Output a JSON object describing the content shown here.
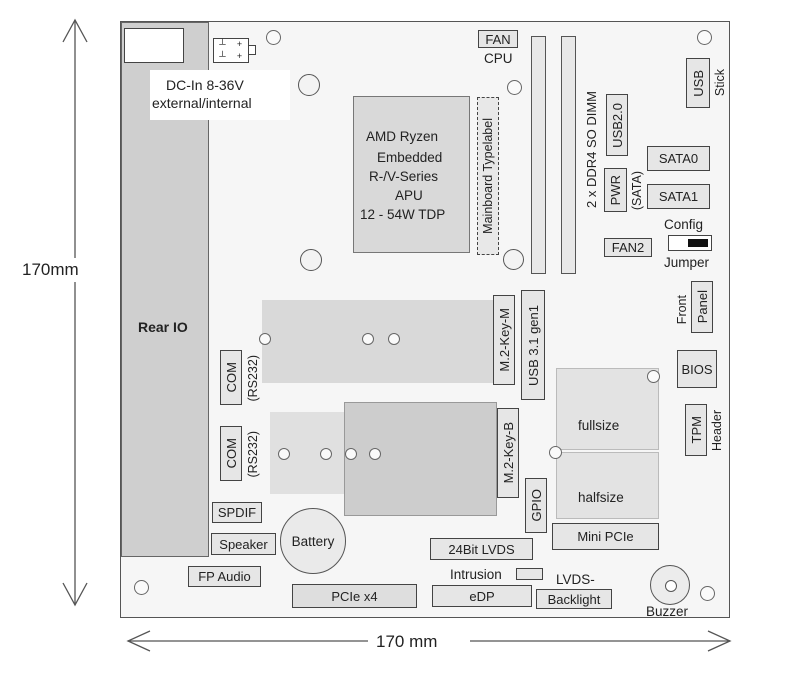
{
  "dimensions": {
    "height_label": "170mm",
    "width_label": "170 mm"
  },
  "rear_io": {
    "label": "Rear IO"
  },
  "power": {
    "dc_in_line1": "DC-In 8-36V",
    "dc_in_line2": "external/internal"
  },
  "apu": {
    "line1": "AMD Ryzen",
    "line2": "Embedded",
    "line3": "R-/V-Series",
    "line4": "APU",
    "line5": "12 - 54W TDP"
  },
  "labels": {
    "mainboard_typelabel": "Mainboard Typelabel",
    "fan_cpu_box": "FAN",
    "fan_cpu_text": "CPU",
    "ddr4": "2 x DDR4 SO DIMM",
    "usb_stick_box": "USB",
    "usb_stick_text": "Stick",
    "usb20": "USB2.0",
    "sata0": "SATA0",
    "pwr_box": "PWR",
    "pwr_text": "(SATA)",
    "sata1": "SATA1",
    "config_text": "Config",
    "jumper_text": "Jumper",
    "fan2": "FAN2",
    "front_text": "Front",
    "panel_box": "Panel",
    "m2_key_m": "M.2-Key-M",
    "usb31_gen1": "USB 3.1 gen1",
    "bios": "BIOS",
    "com1_box": "COM",
    "com1_text": "(RS232)",
    "com2_box": "COM",
    "com2_text": "(RS232)",
    "tpm_box": "TPM",
    "header_text": "Header",
    "fullsize": "fullsize",
    "halfsize": "halfsize",
    "m2_key_b": "M.2-Key-B",
    "gpio": "GPIO",
    "mini_pcie": "Mini PCIe",
    "spdif": "SPDIF",
    "speaker": "Speaker",
    "battery": "Battery",
    "lvds_24bit": "24Bit LVDS",
    "intrusion": "Intrusion",
    "lvds_backlight_line1": "LVDS-",
    "lvds_backlight_line2": "Backlight",
    "fp_audio": "FP Audio",
    "pcie_x4": "PCIe x4",
    "edp": "eDP",
    "buzzer": "Buzzer"
  }
}
